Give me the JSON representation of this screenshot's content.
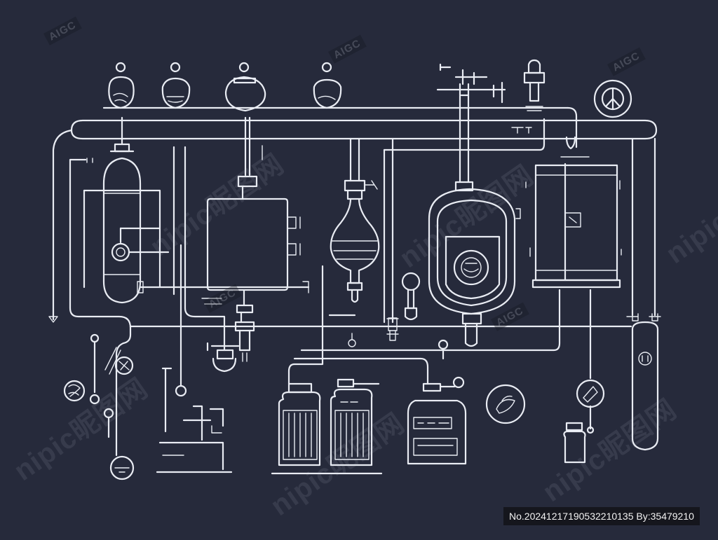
{
  "watermarks": {
    "aigc": "AIGC",
    "nipic": "nipic昵图网"
  },
  "credit": {
    "text": "No.20241217190532210135 By:35479210"
  },
  "colors": {
    "background": "#262a3b",
    "line": "#e9ecf3",
    "credit_background": "#15161d"
  }
}
